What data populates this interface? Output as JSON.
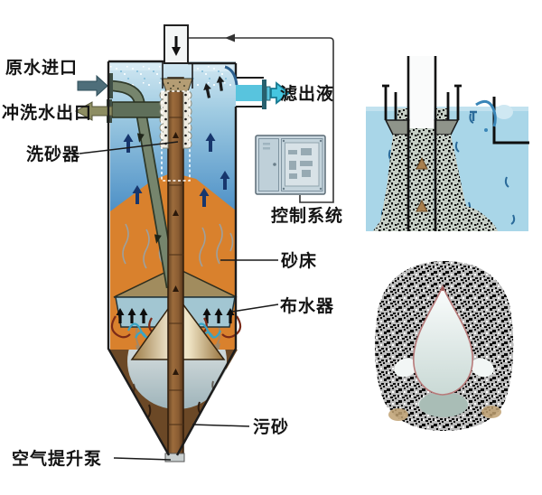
{
  "diagram": {
    "labels": {
      "raw_water_inlet": "原水进口",
      "backwash_outlet": "冲洗水出口",
      "sand_washer": "洗砂器",
      "filtrate": "滤出液",
      "control_system": "控制系统",
      "sand_bed": "砂床",
      "distributor": "布水器",
      "dirty_sand": "污砂",
      "airlift_pump": "空气提升泵"
    },
    "icons": {
      "raw_water_inlet_arrow": "block-arrow-right",
      "backwash_outlet_arrow": "block-arrow-left",
      "filtrate_arrow": "block-arrow-right-outline",
      "water_flow_arrow": "triangle-up",
      "standpipe_flow_arrow": "triangle-down",
      "control_loop_arrow": "arrow-left"
    },
    "colors": {
      "water_top": "#d2e8f2",
      "water_deep": "#3e85c1",
      "sand_bed_orange": "#d9812d",
      "hopper_brown": "#6b4826",
      "center_tube_brown": "#8a5c32",
      "pipe_olive": "#76856d",
      "inlet_arrow": "#4e6e7a",
      "outlet_arrow": "#8d8d62",
      "filtrate_cyan": "#45c6e0",
      "control_box": "#c9d7df",
      "detail_water": "#a9d6e8",
      "deflector_cone_light": "#f6efd9",
      "distributor_blue": "#a2c6d2"
    }
  }
}
